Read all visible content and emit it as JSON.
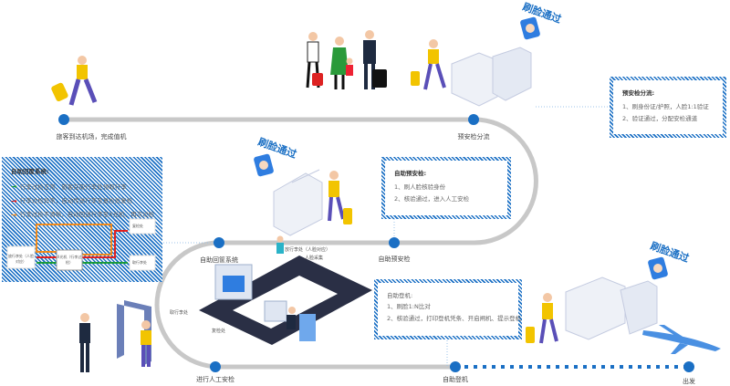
{
  "colors": {
    "accent": "#1a6fc4",
    "track": "#c8c8c8",
    "green": "#1a9a3a",
    "red": "#e02020",
    "orange": "#f08a1c"
  },
  "steps": [
    {
      "label": "旅客到达机场，完成值机"
    },
    {
      "label": "预安检分流"
    },
    {
      "label": "自助回筐系统"
    },
    {
      "label": "自助预安检"
    },
    {
      "label": "进行人工安检"
    },
    {
      "label": "自助登机"
    },
    {
      "label": "出发"
    }
  ],
  "badges": [
    "刷脸通过",
    "刷脸通过",
    "刷脸通过"
  ],
  "boxes": {
    "pre_split": {
      "title": "预安检分流:",
      "items": [
        "1、刷身份证/护照，人脸1:1验证",
        "2、验证通过，分配安检通道"
      ]
    },
    "self_precheck": {
      "title": "自助预安检:",
      "items": [
        "1、刷人脸核验身份",
        "2、核验通过，进入人工安检"
      ]
    },
    "tray_return": {
      "title": "自助回筐系统:",
      "legend": [
        {
          "color": "green",
          "text": "行李过检正常，旅客在取行李处领取行李"
        },
        {
          "color": "red",
          "text": "行李过检异常，自动传送行李至复检处复检"
        },
        {
          "color": "orange",
          "text": "行李过检不清晰，自动回送行李至X光机，再次过检"
        }
      ],
      "nodes": {
        "put": "放行李处（人脸对应）",
        "xray": "X光机（行李过检）",
        "recheck": "复检处",
        "take": "取行李处"
      }
    },
    "boarding": {
      "title": "自助登机:",
      "items": [
        "1、刷脸1:N比对",
        "2、核验通过，打印登机凭条、开启闸机、提示登机"
      ]
    }
  },
  "scene_labels": {
    "put": "放行李处（人脸对应）",
    "face": "人脸采集",
    "take": "取行李处",
    "recheck": "复检处"
  }
}
